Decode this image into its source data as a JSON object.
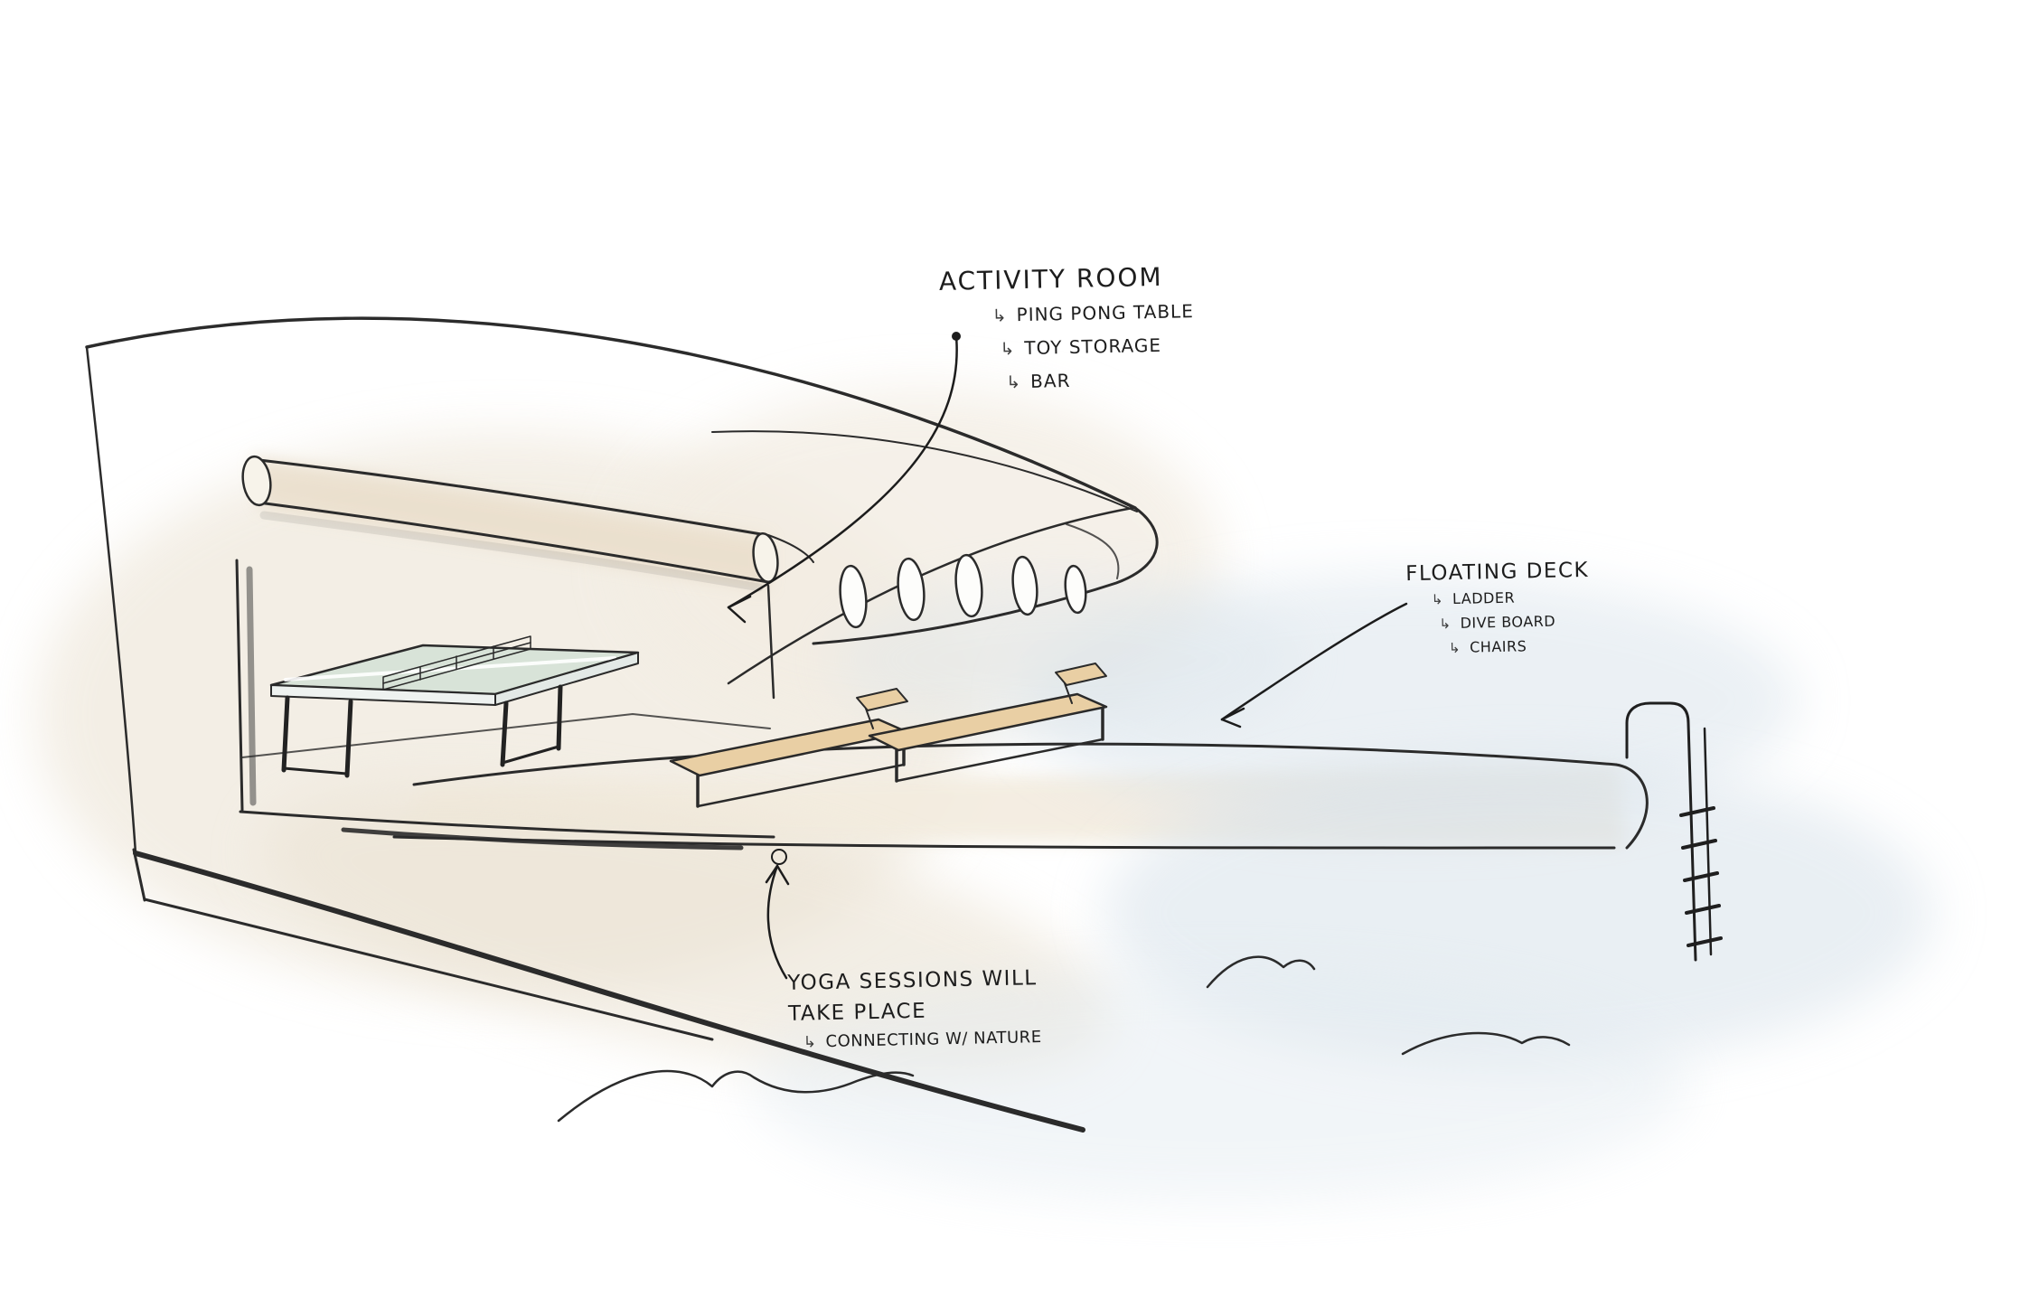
{
  "annotations": {
    "activity_room": {
      "title": "ACTIVITY ROOM",
      "items": [
        "PING PONG TABLE",
        "TOY STORAGE",
        "BAR"
      ]
    },
    "floating_deck": {
      "title": "FLOATING DECK",
      "items": [
        "LADDER",
        "DIVE BOARD",
        "CHAIRS"
      ]
    },
    "yoga": {
      "line1": "YOGA SESSIONS WILL",
      "line2": "TAKE PLACE",
      "item": "CONNECTING W/ NATURE"
    }
  },
  "glyphs": {
    "sub_arrow": "↳"
  },
  "colors": {
    "ink": "#2b2b2b",
    "hull_wash": "#efe8dc",
    "ceiling_wash": "#e9ddc9",
    "water_wash": "#d8e2ea",
    "lounger_wood": "#e9cfa4",
    "table_top": "#d8e3d8"
  }
}
